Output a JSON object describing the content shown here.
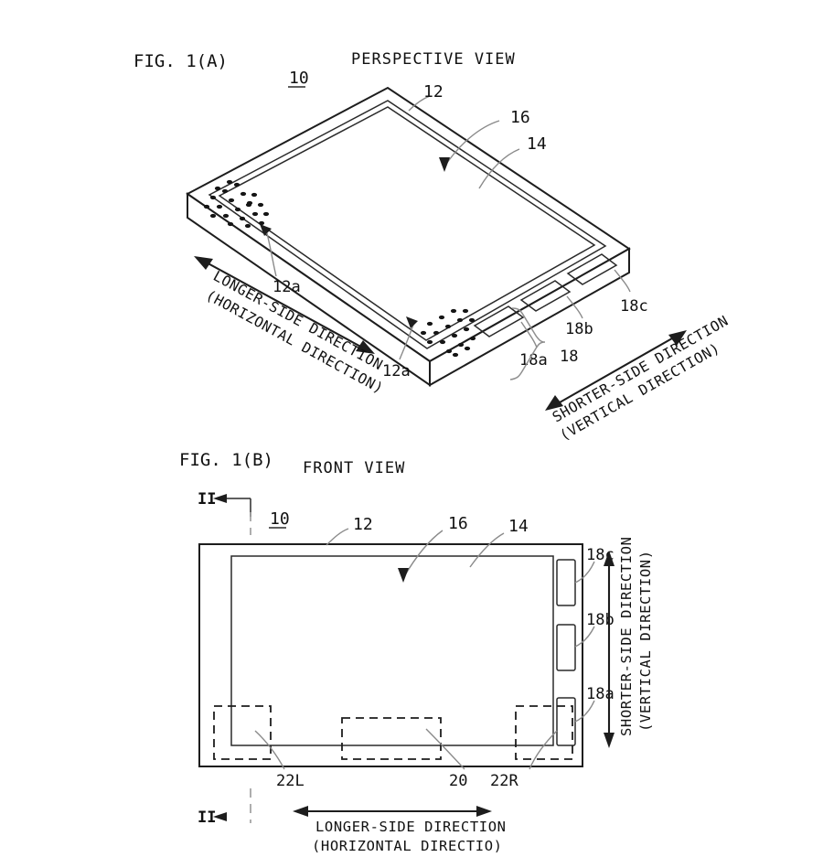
{
  "figure": {
    "sheet_label_a": "FIG. 1(A)",
    "sheet_label_b": "FIG. 1(B)",
    "view_title_a": "PERSPECTIVE VIEW",
    "view_title_b": "FRONT VIEW"
  },
  "perspective": {
    "ref_device": "10",
    "ref_housing": "12",
    "ref_bezel": "16",
    "ref_screen": "14",
    "ref_grille_left": "12a",
    "ref_grille_right": "12a",
    "ref_button_a": "18a",
    "ref_button_b": "18b",
    "ref_button_c": "18c",
    "ref_button_group": "18",
    "dim_longer_line1": "LONGER-SIDE DIRECTION",
    "dim_longer_line2": "(HORIZONTAL DIRECTION)",
    "dim_shorter_line1": "SHORTER-SIDE DIRECTION",
    "dim_shorter_line2": "(VERTICAL DIRECTION)"
  },
  "front": {
    "section_mark_top": "II",
    "section_mark_bottom": "II",
    "ref_device": "10",
    "ref_housing": "12",
    "ref_bezel": "16",
    "ref_screen": "14",
    "ref_button_a": "18a",
    "ref_button_b": "18b",
    "ref_button_c": "18c",
    "ref_left_region": "22L",
    "ref_center_region": "20",
    "ref_right_region": "22R",
    "dim_shorter_line1": "SHORTER-SIDE DIRECTION",
    "dim_shorter_line2": "(VERTICAL DIRECTION)",
    "dim_longer_line1": "LONGER-SIDE DIRECTION",
    "dim_longer_line2": "(HORIZONTAL DIRECTIO)"
  },
  "colors": {
    "ink": "#1d1d1d",
    "leader": "#8a8a8a",
    "paper": "#ffffff"
  }
}
